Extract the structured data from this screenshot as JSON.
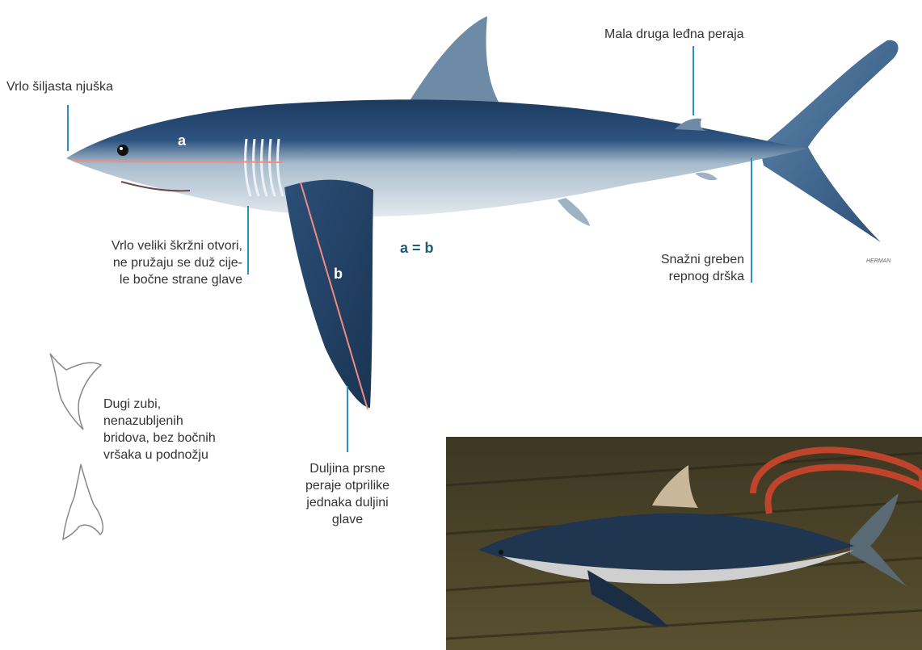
{
  "labels": {
    "snout": "Vrlo šiljasta njuška",
    "second_dorsal": "Mala druga leđna peraja",
    "gills": [
      "Vrlo veliki škržni otvori,",
      "ne pružaju se duž cije-",
      "le bočne strane glave"
    ],
    "keel": [
      "Snažni greben",
      "repnog drška"
    ],
    "teeth": [
      "Dugi zubi,",
      "nenazubljenih",
      "bridova, bez bočnih",
      "vršaka u podnožju"
    ],
    "pectoral": [
      "Duljina prsne",
      "peraje otprilike",
      "jednaka duljini",
      "glave"
    ]
  },
  "measure": {
    "a": "a",
    "b": "b",
    "equation": "a = b"
  },
  "signature": "HERMAN",
  "colors": {
    "leader": "#2a8fc7",
    "measure_line": "#f28b82",
    "equation": "#1c5a7a",
    "body_dark": "#1d3a5f",
    "body_light": "#b9c8d6"
  }
}
